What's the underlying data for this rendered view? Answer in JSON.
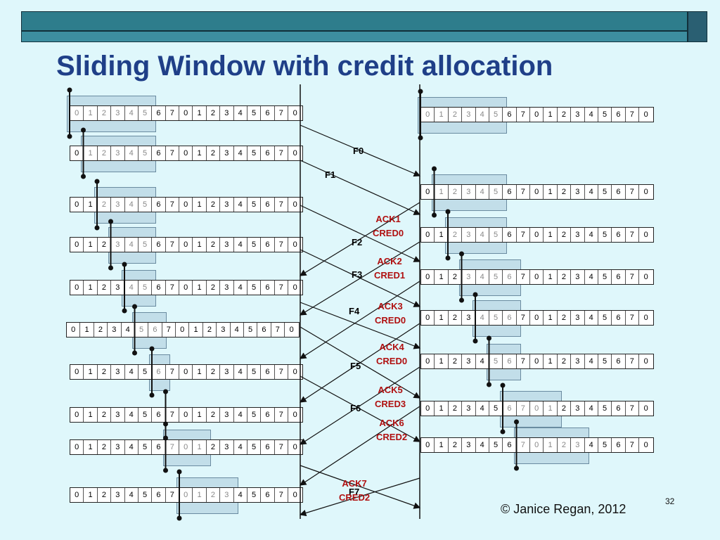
{
  "title": "Sliding Window with credit allocation",
  "footer": {
    "copyright": "© Janice Regan, 2012",
    "page": "32"
  },
  "sequence_digits": [
    "0",
    "1",
    "2",
    "3",
    "4",
    "5",
    "6",
    "7",
    "0",
    "1",
    "2",
    "3",
    "4",
    "5",
    "6",
    "7",
    "0"
  ],
  "sender_states": [
    {
      "window_start": 0,
      "window_end": 5,
      "pointer_after": -1
    },
    {
      "window_start": 1,
      "window_end": 5,
      "pointer_after": 0
    },
    {
      "window_start": 2,
      "window_end": 5,
      "pointer_after": 1
    },
    {
      "window_start": 3,
      "window_end": 5,
      "pointer_after": 2
    },
    {
      "window_start": 4,
      "window_end": 5,
      "pointer_after": 3
    },
    {
      "window_start": 5,
      "window_end": 6,
      "pointer_after": 4
    },
    {
      "window_start": 6,
      "window_end": 6,
      "pointer_after": 5
    },
    {
      "window_start": 7,
      "window_end": 6,
      "pointer_after": 6
    },
    {
      "window_start": 7,
      "window_end": 9,
      "pointer_after": 6
    },
    {
      "window_start": 8,
      "window_end": 11,
      "pointer_after": 7
    }
  ],
  "receiver_states": [
    {
      "window_start": 0,
      "window_end": 5,
      "pointer_after": -1
    },
    {
      "window_start": 1,
      "window_end": 5,
      "pointer_after": 0
    },
    {
      "window_start": 2,
      "window_end": 5,
      "pointer_after": 1
    },
    {
      "window_start": 3,
      "window_end": 6,
      "pointer_after": 2
    },
    {
      "window_start": 4,
      "window_end": 6,
      "pointer_after": 3
    },
    {
      "window_start": 5,
      "window_end": 6,
      "pointer_after": 4
    },
    {
      "window_start": 6,
      "window_end": 9,
      "pointer_after": 5
    },
    {
      "window_start": 7,
      "window_end": 11,
      "pointer_after": 6
    }
  ],
  "data_labels": [
    "F0",
    "F1",
    "F2",
    "F3",
    "F4",
    "F5",
    "F6",
    "F7"
  ],
  "ack_labels": [
    [
      "ACK1",
      "CRED0"
    ],
    [
      "ACK2",
      "CRED1"
    ],
    [
      "ACK3",
      "CRED0"
    ],
    [
      "ACK4",
      "CRED0"
    ],
    [
      "ACK5",
      "CRED3"
    ],
    [
      "ACK6",
      "CRED2"
    ],
    [
      "ACK7",
      "CRED2"
    ]
  ]
}
